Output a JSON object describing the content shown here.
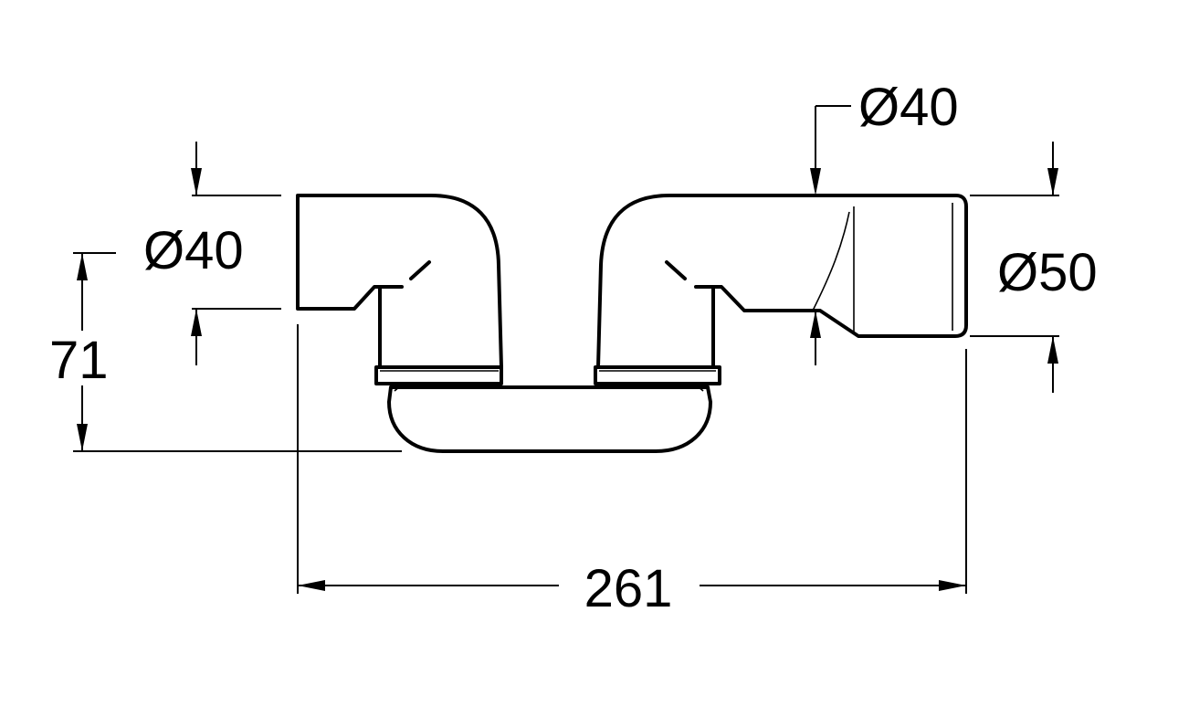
{
  "dimensions": {
    "left_inlet_diameter": "Ø40",
    "top_right_diameter": "Ø40",
    "outlet_diameter": "Ø50",
    "height": "71",
    "total_width": "261"
  },
  "colors": {
    "line": "#000000",
    "background": "#ffffff"
  }
}
